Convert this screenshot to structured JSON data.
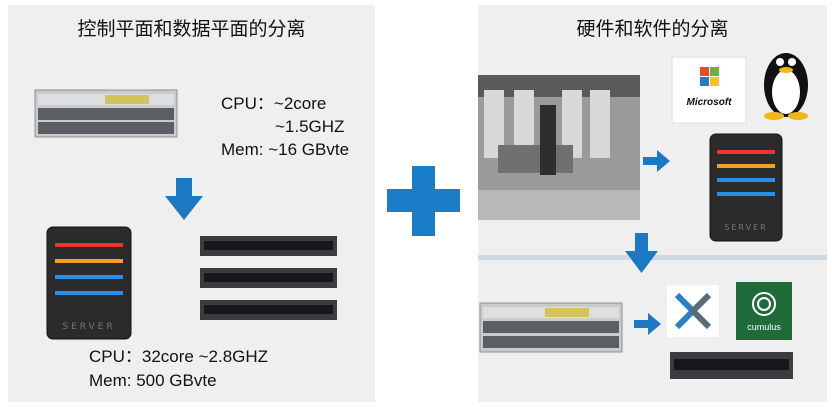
{
  "left": {
    "title": "控制平面和数据平面的分离",
    "specs_top": [
      "CPU：~2core",
      "~1.5GHZ",
      "Mem: ~16 GBvte"
    ],
    "specs_bottom": [
      "CPU：32core ~2.8GHZ",
      "Mem: 500 GBvte"
    ],
    "server_label": "SERVER"
  },
  "right": {
    "title": "硬件和软件的分离",
    "microsoft_label": "Microsoft",
    "cumulus_label": "cumulus",
    "server_label": "SERVER"
  },
  "colors": {
    "arrow": "#1b78c4",
    "plus": "#1a7dc8",
    "panel": "#efefef"
  }
}
